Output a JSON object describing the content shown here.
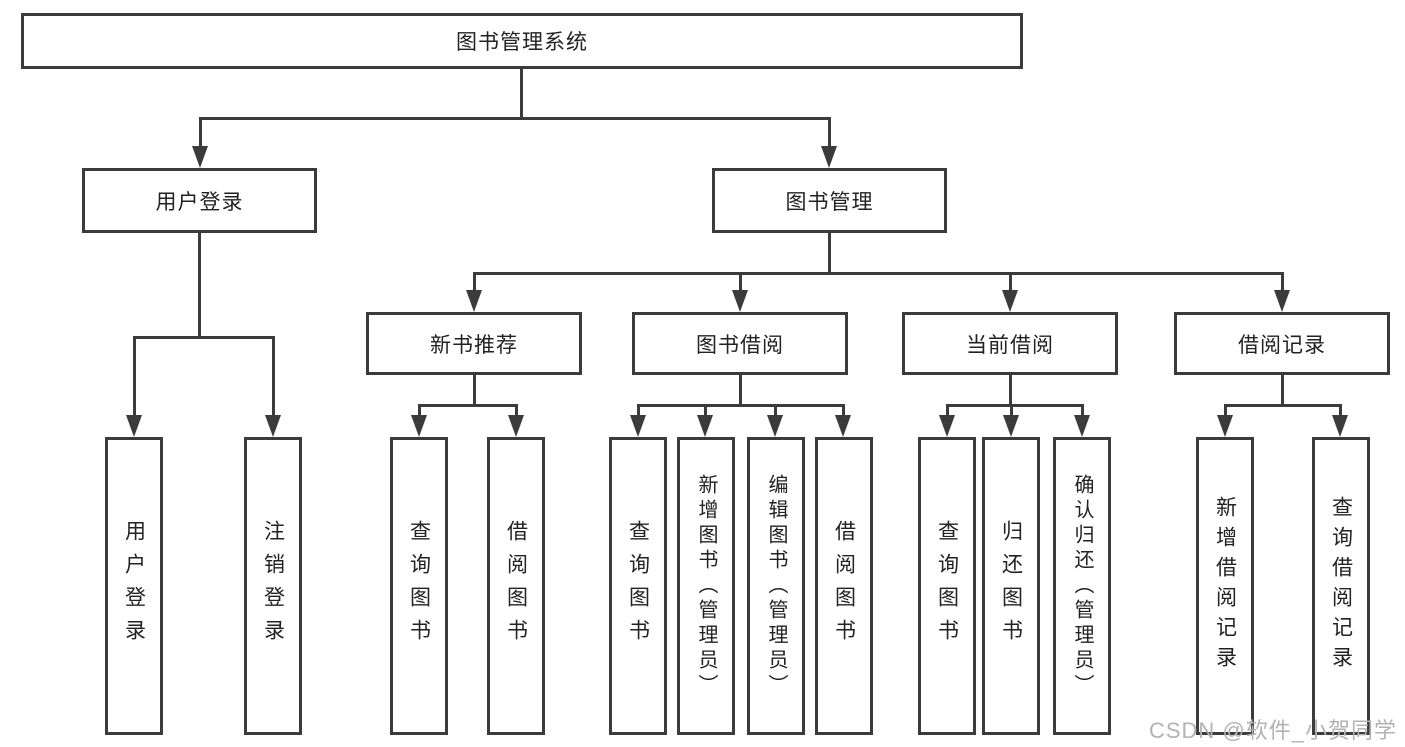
{
  "diagram": {
    "nodes": {
      "root": "图书管理系统",
      "user_login": "用户登录",
      "book_mgmt": "图书管理",
      "user_login_children": [
        "用户登录",
        "注销登录"
      ],
      "sections": [
        {
          "label": "新书推荐",
          "children": [
            "查询图书",
            "借阅图书"
          ]
        },
        {
          "label": "图书借阅",
          "children": [
            "查询图书",
            "新增图书（管理员）",
            "编辑图书（管理员）",
            "借阅图书"
          ]
        },
        {
          "label": "当前借阅",
          "children": [
            "查询图书",
            "归还图书",
            "确认归还（管理员）"
          ]
        },
        {
          "label": "借阅记录",
          "children": [
            "新增借阅记录",
            "查询借阅记录"
          ]
        }
      ]
    },
    "watermark": "CSDN @软件_小贺同学",
    "colors": {
      "line": "#3b3b3b",
      "text": "#222222",
      "watermark": "#b2b2b2",
      "background": "#ffffff"
    }
  }
}
